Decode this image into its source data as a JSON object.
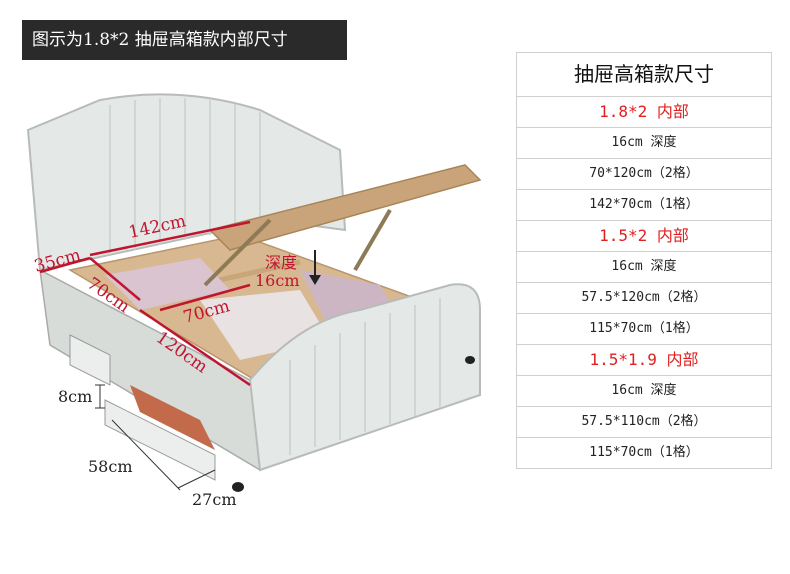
{
  "banner": {
    "title": "图示为1.8*2 抽屉高箱款内部尺寸"
  },
  "table": {
    "title": "抽屉高箱款尺寸",
    "rows": [
      {
        "text": "1.8*2 内部",
        "type": "section"
      },
      {
        "text": "16cm 深度",
        "type": "normal"
      },
      {
        "text": "70*120cm（2格）",
        "type": "normal"
      },
      {
        "text": "142*70cm（1格）",
        "type": "normal"
      },
      {
        "text": "1.5*2 内部",
        "type": "section"
      },
      {
        "text": "16cm 深度",
        "type": "normal"
      },
      {
        "text": "57.5*120cm（2格）",
        "type": "normal"
      },
      {
        "text": "115*70cm（1格）",
        "type": "normal"
      },
      {
        "text": "1.5*1.9 内部",
        "type": "section"
      },
      {
        "text": "16cm 深度",
        "type": "normal"
      },
      {
        "text": "57.5*110cm（2格）",
        "type": "normal"
      },
      {
        "text": "115*70cm（1格）",
        "type": "normal"
      }
    ]
  },
  "dimensions": {
    "d142": "142cm",
    "d35": "35cm",
    "d70a": "70cm",
    "d70b": "70cm",
    "d120": "120cm",
    "depth_word": "深度",
    "depth_val": "16cm",
    "d8": "8cm",
    "d58": "58cm",
    "d27": "27cm"
  },
  "colors": {
    "dim_red": "#c0152f",
    "leather": "#e4e8e6",
    "wood": "#d8b890",
    "banner_bg": "#2a2a2a",
    "section_red": "#e02020"
  }
}
